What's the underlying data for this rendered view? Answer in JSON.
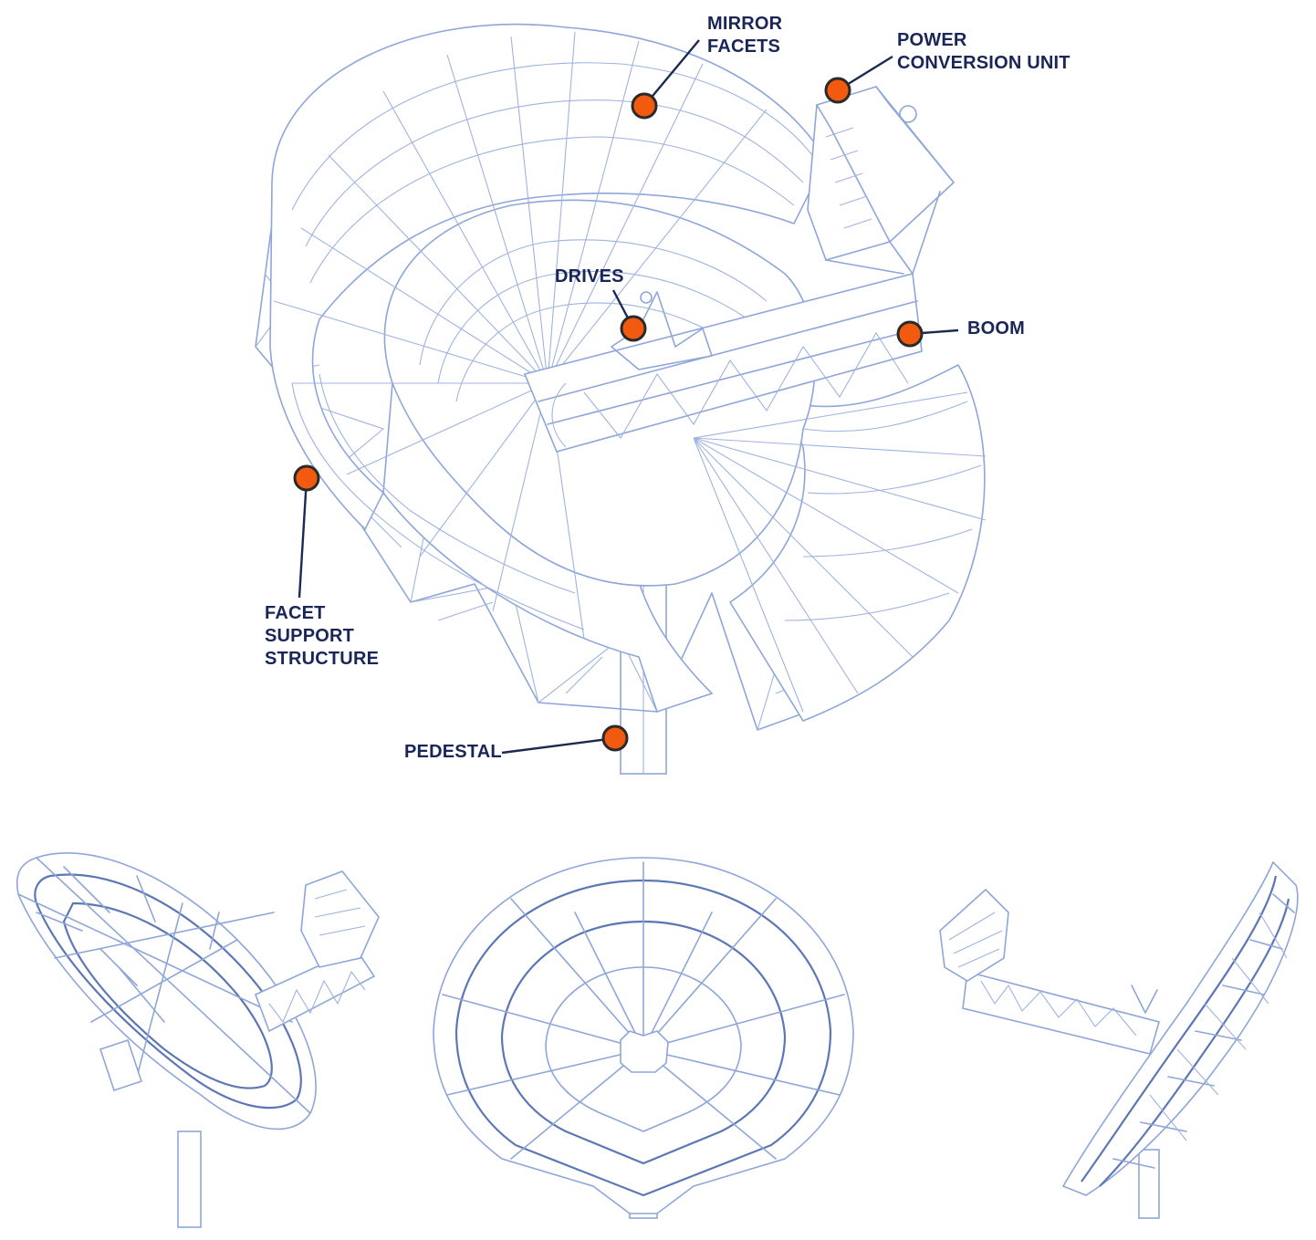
{
  "labels": {
    "mirror_facets": "MIRROR\nFACETS",
    "power_conversion_unit": "POWER\nCONVERSION UNIT",
    "drives": "DRIVES",
    "boom": "BOOM",
    "facet_support_structure": "FACET\nSUPPORT\nSTRUCTURE",
    "pedestal": "PEDESTAL"
  },
  "colors": {
    "wireframe": "#8ea6d8",
    "wireframe_dark": "#5d77b5",
    "marker": "#f15a0f",
    "label_text": "#1a2657"
  }
}
